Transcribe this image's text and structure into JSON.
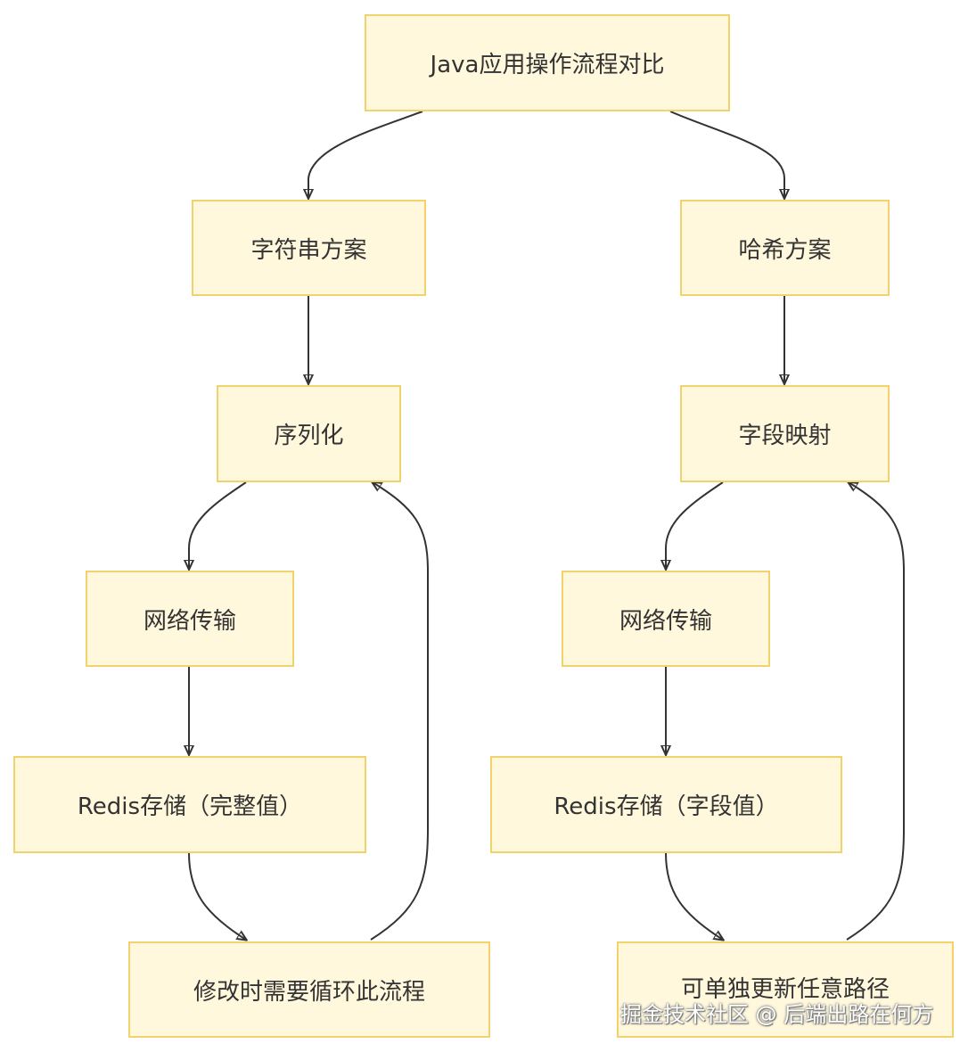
{
  "diagram": {
    "type": "flowchart",
    "nodes": {
      "root": "Java应用操作流程对比",
      "string_plan": "字符串方案",
      "serialize": "序列化",
      "net_left": "网络传输",
      "redis_full": "Redis存储（完整值）",
      "modify_loop": "修改时需要循环此流程",
      "hash_plan": "哈希方案",
      "field_map": "字段映射",
      "net_right": "网络传输",
      "redis_field": "Redis存储（字段值）",
      "update_any": "可单独更新任意路径"
    },
    "edges": [
      [
        "root",
        "string_plan"
      ],
      [
        "root",
        "hash_plan"
      ],
      [
        "string_plan",
        "serialize"
      ],
      [
        "serialize",
        "net_left"
      ],
      [
        "net_left",
        "redis_full"
      ],
      [
        "redis_full",
        "modify_loop"
      ],
      [
        "modify_loop",
        "serialize"
      ],
      [
        "hash_plan",
        "field_map"
      ],
      [
        "field_map",
        "net_right"
      ],
      [
        "net_right",
        "redis_field"
      ],
      [
        "redis_field",
        "update_any"
      ],
      [
        "update_any",
        "field_map"
      ]
    ],
    "colors": {
      "node_fill": "#fff8dc",
      "node_border": "#f2d36b",
      "edge": "#333333",
      "text": "#333333"
    }
  },
  "watermark": "掘金技术社区 @ 后端出路在何方"
}
